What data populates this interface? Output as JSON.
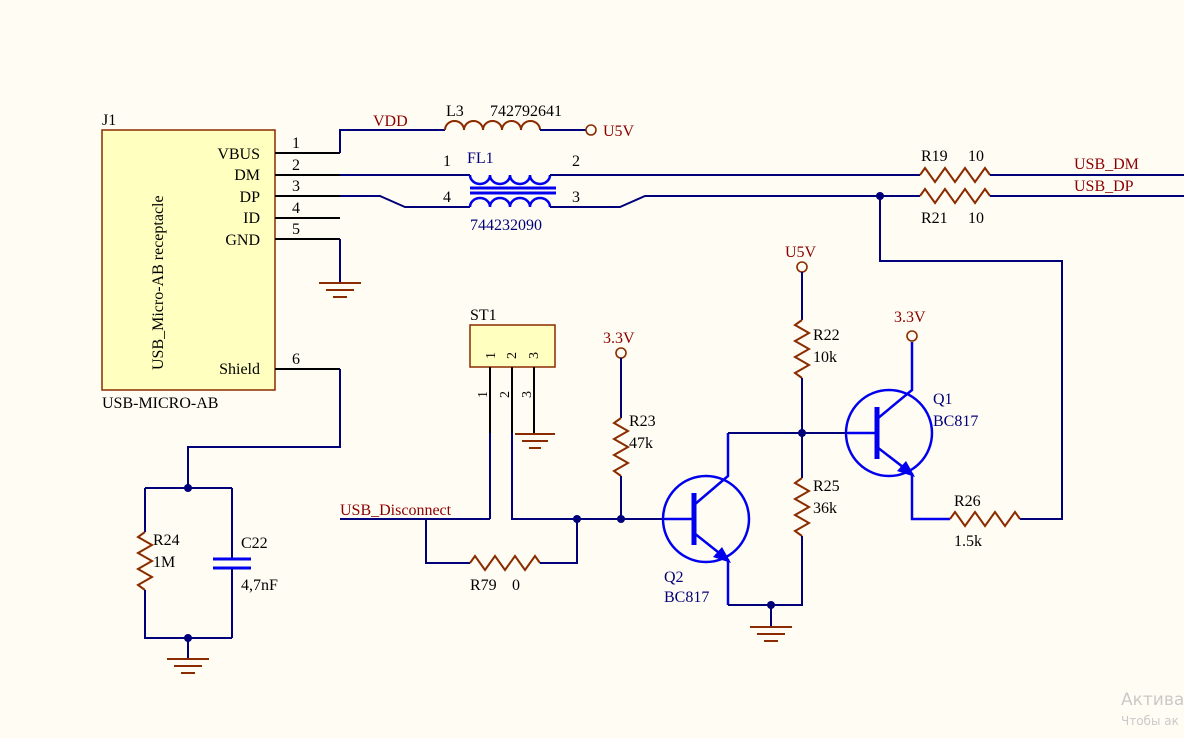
{
  "colors": {
    "background": "#fffdf3",
    "wire": "#00007a",
    "component_outline": "#8b2b00",
    "transistor_symbol": "#0000ee",
    "connector_fill": "#ffffbf",
    "net_label": "#8b0000"
  },
  "connector": {
    "designator": "J1",
    "body_text": "USB_Micro-AB receptacle",
    "footprint": "USB-MICRO-AB",
    "pins": [
      {
        "name": "VBUS",
        "number": "1"
      },
      {
        "name": "DM",
        "number": "2"
      },
      {
        "name": "DP",
        "number": "3"
      },
      {
        "name": "ID",
        "number": "4"
      },
      {
        "name": "GND",
        "number": "5"
      },
      {
        "name": "Shield",
        "number": "6"
      }
    ]
  },
  "nets": {
    "vdd": "VDD",
    "u5v_top": "U5V",
    "u5v_mid": "U5V",
    "v33_left": "3.3V",
    "v33_right": "3.3V",
    "usb_dm": "USB_DM",
    "usb_dp": "USB_DP",
    "usb_disconnect": "USB_Disconnect"
  },
  "inductor": {
    "designator": "L3",
    "value": "742792641"
  },
  "filter": {
    "designator": "FL1",
    "value": "744232090",
    "pins": {
      "p1": "1",
      "p2": "2",
      "p3": "3",
      "p4": "4"
    }
  },
  "resistors": {
    "r19": {
      "designator": "R19",
      "value": "10"
    },
    "r21": {
      "designator": "R21",
      "value": "10"
    },
    "r22": {
      "designator": "R22",
      "value": "10k"
    },
    "r23": {
      "designator": "R23",
      "value": "47k"
    },
    "r24": {
      "designator": "R24",
      "value": "1M"
    },
    "r25": {
      "designator": "R25",
      "value": "36k"
    },
    "r26": {
      "designator": "R26",
      "value": "1.5k"
    },
    "r79": {
      "designator": "R79",
      "value": "0"
    }
  },
  "capacitor": {
    "designator": "C22",
    "value": "4,7nF"
  },
  "jumper": {
    "designator": "ST1",
    "pins": [
      "1",
      "2",
      "3"
    ]
  },
  "transistors": {
    "q1": {
      "designator": "Q1",
      "value": "BC817"
    },
    "q2": {
      "designator": "Q2",
      "value": "BC817"
    }
  },
  "watermark": {
    "line1": "Актива",
    "line2": "Чтобы ак"
  }
}
